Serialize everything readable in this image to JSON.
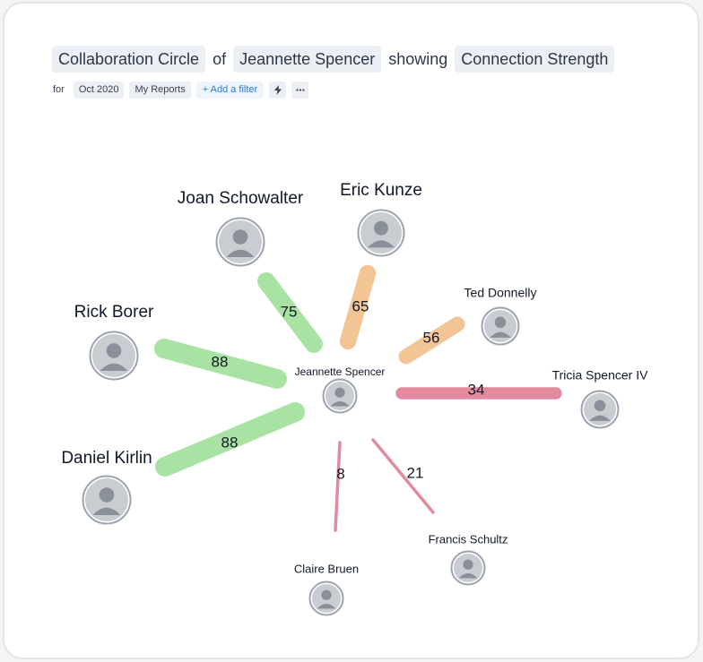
{
  "header": {
    "chips": [
      "Collaboration Circle",
      "Jeannette Spencer",
      "Connection Strength"
    ],
    "words": [
      "of",
      "showing"
    ]
  },
  "filters": {
    "for_label": "for",
    "period": "Oct 2020",
    "scope": "My Reports",
    "add_filter": "Add a filter",
    "plus_icon": "plus-icon",
    "bolt_icon": "lightning-icon",
    "more_icon": "more-icon"
  },
  "colors": {
    "strong": "#a8e3a3",
    "medium": "#f4c594",
    "weak": "#e38a9f"
  },
  "center": {
    "name": "Jeannette Spencer",
    "avatar_icon": "person-avatar-icon"
  },
  "connections": [
    {
      "name": "Joan Schowalter",
      "strength": 75,
      "tier": "strong",
      "avatar_icon": "person-avatar-icon"
    },
    {
      "name": "Eric Kunze",
      "strength": 65,
      "tier": "medium",
      "avatar_icon": "person-avatar-icon"
    },
    {
      "name": "Ted Donnelly",
      "strength": 56,
      "tier": "medium",
      "avatar_icon": "person-avatar-icon"
    },
    {
      "name": "Tricia Spencer IV",
      "strength": 34,
      "tier": "weak",
      "avatar_icon": "person-avatar-icon"
    },
    {
      "name": "Francis Schultz",
      "strength": 21,
      "tier": "weak",
      "avatar_icon": "person-avatar-icon"
    },
    {
      "name": "Claire Bruen",
      "strength": 8,
      "tier": "weak",
      "avatar_icon": "person-avatar-icon"
    },
    {
      "name": "Daniel Kirlin",
      "strength": 88,
      "tier": "strong",
      "avatar_icon": "person-avatar-icon"
    },
    {
      "name": "Rick Borer",
      "strength": 88,
      "tier": "strong",
      "avatar_icon": "person-avatar-icon"
    }
  ]
}
